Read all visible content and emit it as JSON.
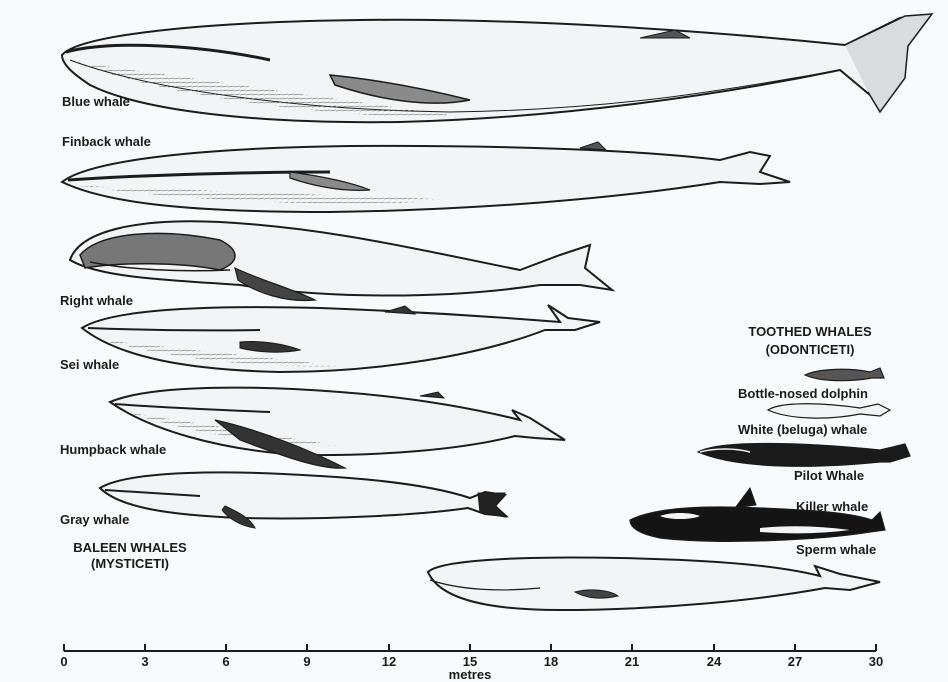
{
  "baleen": {
    "heading": "BALEEN WHALES",
    "subheading": "(MYSTICETI)",
    "species": [
      "Blue whale",
      "Finback whale",
      "Right whale",
      "Sei whale",
      "Humpback whale",
      "Gray whale"
    ]
  },
  "toothed": {
    "heading": "TOOTHED WHALES",
    "subheading": "(ODONTICETI)",
    "species": [
      "Bottle-nosed dolphin",
      "White (beluga) whale",
      "Pilot Whale",
      "Killer whale",
      "Sperm whale"
    ]
  },
  "scale": {
    "unit_label": "metres",
    "ticks": [
      "0",
      "3",
      "6",
      "9",
      "12",
      "15",
      "18",
      "21",
      "24",
      "27",
      "30"
    ]
  },
  "colors": {
    "body_fill": "#f2f4f5",
    "outline": "#1c1c1c",
    "dark_fill": "#141414"
  }
}
